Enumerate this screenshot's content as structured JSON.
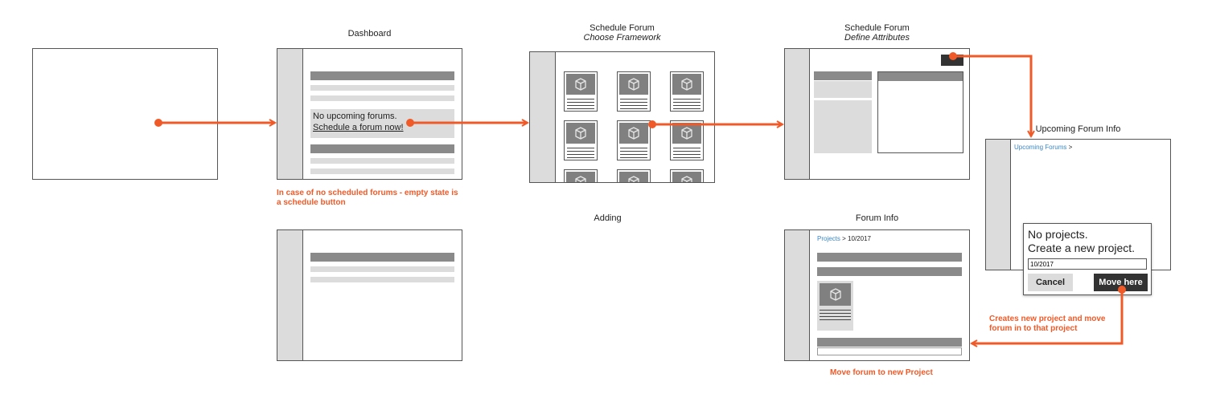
{
  "screens": {
    "dashboard": {
      "title": "Dashboard",
      "empty_text": "No upcoming forums.",
      "empty_link": "Schedule a forum now!"
    },
    "choose_framework": {
      "title": "Schedule Forum",
      "subtitle": "Choose Framework"
    },
    "define_attributes": {
      "title": "Schedule Forum",
      "subtitle": "Define Attributes"
    },
    "upcoming_info": {
      "title": "Upcoming Forum Info",
      "crumb_link": "Upcoming Forums",
      "crumb_sep": ">"
    },
    "adding": {
      "title": "Adding"
    },
    "forum_info": {
      "title": "Forum Info",
      "crumb_link": "Projects",
      "crumb_sep": ">",
      "crumb_current": "10/2017"
    }
  },
  "dialog": {
    "line1": "No projects.",
    "line2": "Create a new project.",
    "input_value": "10/2017",
    "cancel_label": "Cancel",
    "move_label": "Move here"
  },
  "notes": {
    "empty_state_line1": "In case of no scheduled forums - empty state is",
    "empty_state_line2": "a schedule button",
    "creates_line1": "Creates new project and move",
    "creates_line2": "forum in to that project",
    "move_forum": "Move forum to new Project"
  },
  "colors": {
    "accent": "#f05a28",
    "link": "#3a87c8",
    "dark_button": "#333333",
    "placeholder_block": "#808080"
  },
  "icons": {
    "thumbnail": "cube-icon"
  }
}
